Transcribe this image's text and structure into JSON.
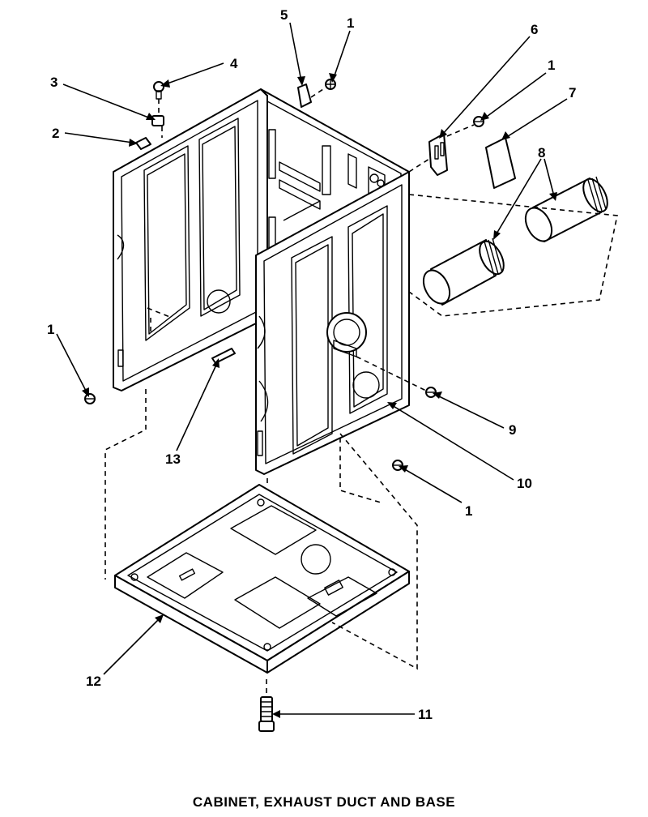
{
  "caption": "CABINET, EXHAUST DUCT AND BASE",
  "callouts": {
    "c1_a": "1",
    "c1_b": "1",
    "c1_c": "1",
    "c1_d": "1",
    "c2": "2",
    "c3": "3",
    "c4": "4",
    "c5": "5",
    "c6": "6",
    "c7": "7",
    "c8": "8",
    "c9": "9",
    "c10": "10",
    "c11": "11",
    "c12": "12",
    "c13": "13"
  }
}
